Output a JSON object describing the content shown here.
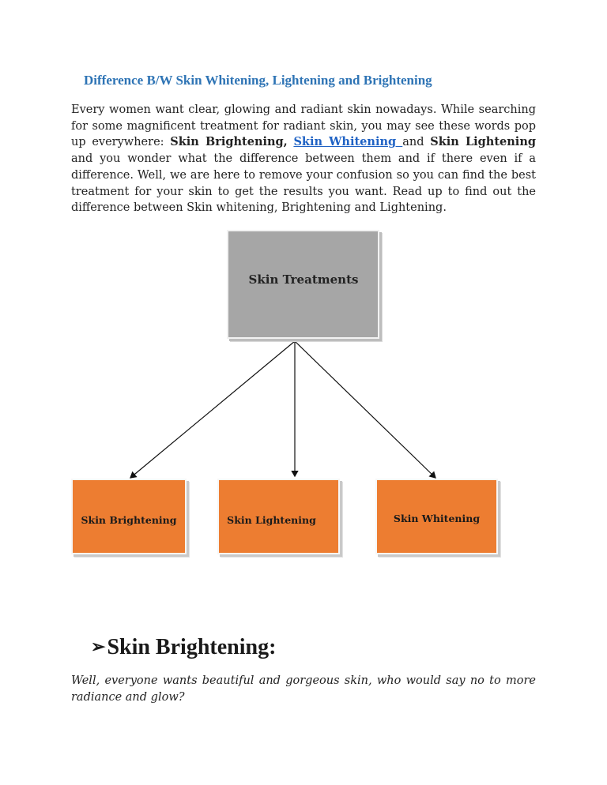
{
  "document": {
    "title": "Difference B/W Skin Whitening,  Lightening  and Brightening",
    "intro": {
      "part1": "Every women want clear, glowing and radiant skin nowadays. While searching for some magnificent treatment for radiant skin, you may see these words pop up everywhere: ",
      "bold1": "Skin Brightening,",
      "space1": " ",
      "link": "Skin Whitening ",
      "part2": "and ",
      "bold2": "Skin Lightening",
      "part3": " and you wonder what the difference between them and if there even if a difference. Well, we are here to remove your confusion so you can find the best treatment for your skin to get the results you want. Read up to find out the difference between Skin whitening, Brightening and Lightening."
    },
    "diagram": {
      "root": "Skin Treatments",
      "children": [
        "Skin Brightening",
        "Skin Lightening",
        "Skin Whitening"
      ],
      "colors": {
        "root": "#a6a6a6",
        "child": "#ed7d31"
      }
    },
    "section": {
      "bullet": "➢",
      "heading": "Skin Brightening:",
      "text": "Well, everyone wants beautiful and gorgeous skin, who would say no to more radiance and glow?"
    }
  }
}
